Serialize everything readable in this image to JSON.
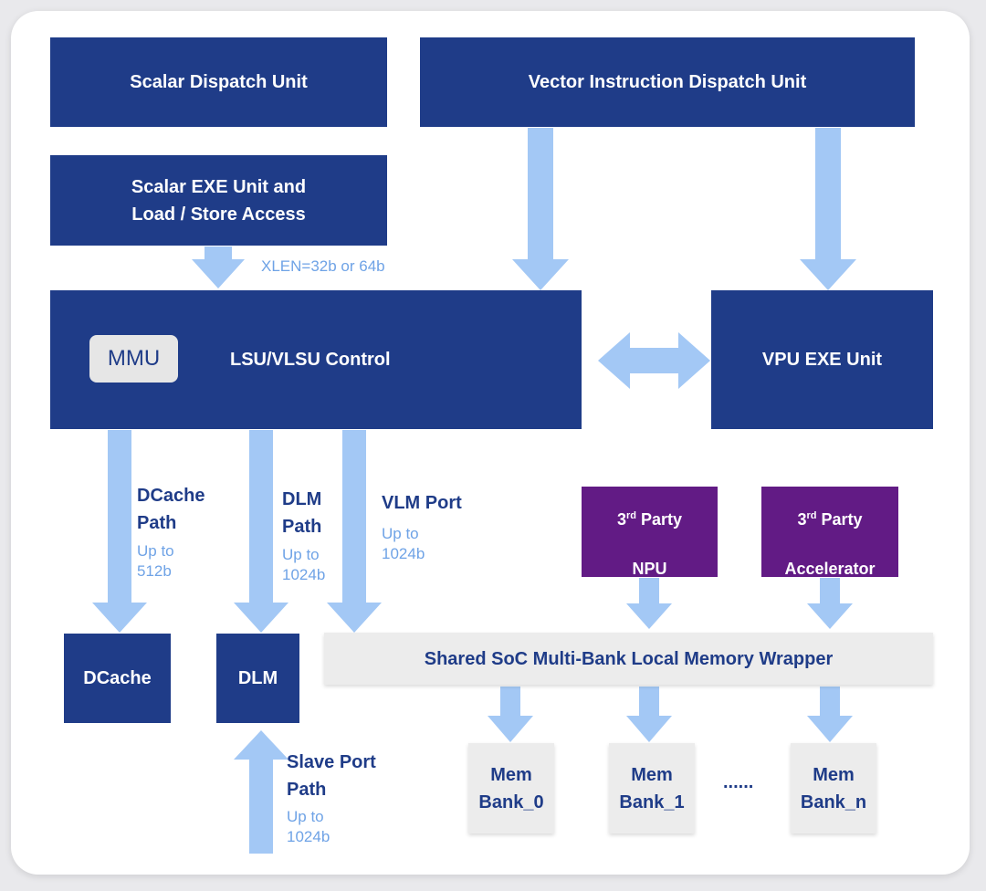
{
  "blocks": {
    "scalar_dispatch": "Scalar Dispatch Unit",
    "vector_dispatch": "Vector Instruction Dispatch Unit",
    "scalar_exe": "Scalar EXE Unit and\nLoad / Store Access",
    "lsu_control": "LSU/VLSU Control",
    "mmu": "MMU",
    "vpu_exe": "VPU EXE Unit",
    "npu": {
      "ordinal": "3",
      "suffix": "rd",
      "rest": " Party",
      "line2": "NPU"
    },
    "accelerator": {
      "ordinal": "3",
      "suffix": "rd",
      "rest": " Party",
      "line2": "Accelerator"
    },
    "shared_memory": "Shared SoC Multi-Bank Local Memory Wrapper",
    "dcache": "DCache",
    "dlm": "DLM",
    "mem_bank_0": "Mem\nBank_0",
    "mem_bank_1": "Mem\nBank_1",
    "mem_bank_n": "Mem\nBank_n",
    "ellipsis": "......"
  },
  "labels": {
    "xlen": "XLEN=32b or 64b",
    "dcache_path": {
      "title": "DCache\nPath",
      "width": "Up to\n512b"
    },
    "dlm_path": {
      "title": "DLM\nPath",
      "width": "Up to\n1024b"
    },
    "vlm_port": {
      "title": "VLM Port",
      "width": "Up to\n1024b"
    },
    "slave_port_path": {
      "title": "Slave Port\nPath",
      "width": "Up to\n1024b"
    }
  },
  "colors": {
    "block_blue": "#1f3c88",
    "block_purple": "#621b85",
    "block_grey": "#ececec",
    "arrow": "#a3c8f5",
    "sublabel": "#6fa3e6"
  }
}
